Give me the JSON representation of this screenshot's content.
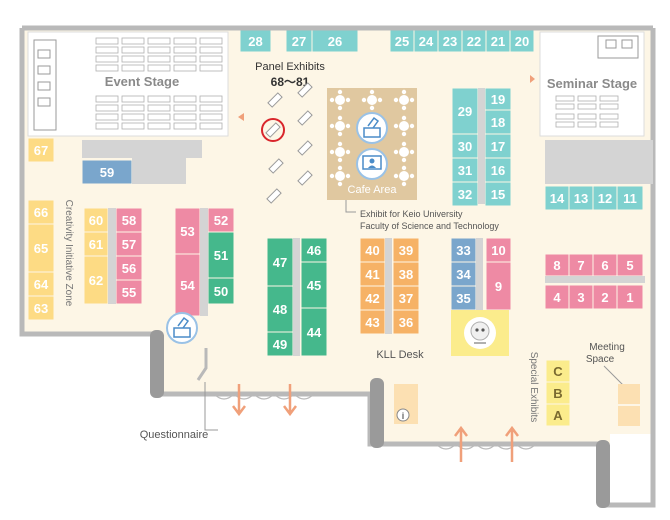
{
  "colors": {
    "floor": "#fdf6e6",
    "wall": "#b9b9b9",
    "stage": "#ffffff",
    "teal": "#7fd1cf",
    "yellow": "#fddb84",
    "pink": "#ee8aa4",
    "green": "#45b88c",
    "orange": "#f6b266",
    "steel": "#7aa6cc",
    "gray": "#d4d4d4",
    "cafe": "#e0c8a0",
    "special": "#fbec8c",
    "pale": "#fce0b2",
    "arrow": "#f0a07a",
    "highlight": "#d9262c"
  },
  "labels": {
    "event_stage": "Event Stage",
    "seminar_stage": "Seminar Stage",
    "panel_exhibits": "Panel Exhibits",
    "panel_range": "68～81",
    "cafe_area": "Cafe Area",
    "keio_line1": "Exhibit for Keio University",
    "keio_line2": "Faculty of Science and Technology",
    "creativity_zone": "Creativity Initiative Zone",
    "kll_desk": "KLL Desk",
    "special_exhibits": "Special Exhibits",
    "meeting_line1": "Meeting",
    "meeting_line2": "Space",
    "questionnaire": "Questionnaire",
    "info_icon": "i"
  },
  "icons": {
    "ballot_box": "ballot-box-icon",
    "monitor": "monitor-icon",
    "robot": "robot-icon",
    "info": "info-icon",
    "panel": "panel-icon",
    "table": "table-icon",
    "arrow": "arrow-icon",
    "door": "door-icon"
  },
  "booths": [
    {
      "id": "28",
      "color": "teal"
    },
    {
      "id": "27",
      "color": "teal"
    },
    {
      "id": "26",
      "color": "teal"
    },
    {
      "id": "25",
      "color": "teal"
    },
    {
      "id": "24",
      "color": "teal"
    },
    {
      "id": "23",
      "color": "teal"
    },
    {
      "id": "22",
      "color": "teal"
    },
    {
      "id": "21",
      "color": "teal"
    },
    {
      "id": "20",
      "color": "teal"
    },
    {
      "id": "29",
      "color": "teal"
    },
    {
      "id": "30",
      "color": "teal"
    },
    {
      "id": "31",
      "color": "teal"
    },
    {
      "id": "32",
      "color": "teal"
    },
    {
      "id": "19",
      "color": "teal"
    },
    {
      "id": "18",
      "color": "teal"
    },
    {
      "id": "17",
      "color": "teal"
    },
    {
      "id": "16",
      "color": "teal"
    },
    {
      "id": "15",
      "color": "teal"
    },
    {
      "id": "14",
      "color": "teal"
    },
    {
      "id": "13",
      "color": "teal"
    },
    {
      "id": "12",
      "color": "teal"
    },
    {
      "id": "11",
      "color": "teal"
    },
    {
      "id": "8",
      "color": "pink"
    },
    {
      "id": "7",
      "color": "pink"
    },
    {
      "id": "6",
      "color": "pink"
    },
    {
      "id": "5",
      "color": "pink"
    },
    {
      "id": "4",
      "color": "pink"
    },
    {
      "id": "3",
      "color": "pink"
    },
    {
      "id": "2",
      "color": "pink"
    },
    {
      "id": "1",
      "color": "pink"
    },
    {
      "id": "33",
      "color": "steel"
    },
    {
      "id": "34",
      "color": "steel"
    },
    {
      "id": "35",
      "color": "steel"
    },
    {
      "id": "10",
      "color": "pink"
    },
    {
      "id": "9",
      "color": "pink"
    },
    {
      "id": "40",
      "color": "orange"
    },
    {
      "id": "41",
      "color": "orange"
    },
    {
      "id": "42",
      "color": "orange"
    },
    {
      "id": "43",
      "color": "orange"
    },
    {
      "id": "39",
      "color": "orange"
    },
    {
      "id": "38",
      "color": "orange"
    },
    {
      "id": "37",
      "color": "orange"
    },
    {
      "id": "36",
      "color": "orange"
    },
    {
      "id": "47",
      "color": "green"
    },
    {
      "id": "48",
      "color": "green"
    },
    {
      "id": "49",
      "color": "green"
    },
    {
      "id": "46",
      "color": "green"
    },
    {
      "id": "45",
      "color": "green"
    },
    {
      "id": "44",
      "color": "green"
    },
    {
      "id": "53",
      "color": "pink"
    },
    {
      "id": "54",
      "color": "pink"
    },
    {
      "id": "52",
      "color": "pink"
    },
    {
      "id": "51",
      "color": "green"
    },
    {
      "id": "50",
      "color": "green"
    },
    {
      "id": "60",
      "color": "yellow"
    },
    {
      "id": "61",
      "color": "yellow"
    },
    {
      "id": "62",
      "color": "yellow"
    },
    {
      "id": "58",
      "color": "pink"
    },
    {
      "id": "57",
      "color": "pink"
    },
    {
      "id": "56",
      "color": "pink"
    },
    {
      "id": "55",
      "color": "pink"
    },
    {
      "id": "66",
      "color": "yellow"
    },
    {
      "id": "65",
      "color": "yellow"
    },
    {
      "id": "64",
      "color": "yellow"
    },
    {
      "id": "63",
      "color": "yellow"
    },
    {
      "id": "67",
      "color": "yellow"
    },
    {
      "id": "59",
      "color": "steel"
    },
    {
      "id": "C",
      "color": "special"
    },
    {
      "id": "B",
      "color": "special"
    },
    {
      "id": "A",
      "color": "special"
    }
  ]
}
